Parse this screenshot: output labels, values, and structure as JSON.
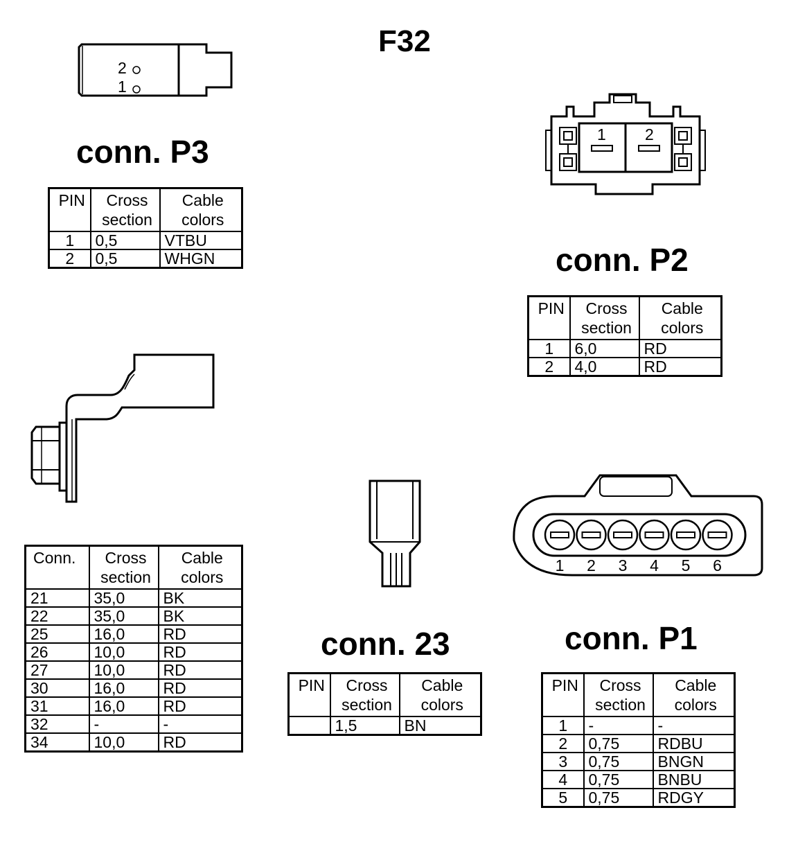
{
  "title": "F32",
  "headers": {
    "pin": "PIN",
    "conn": "Conn.",
    "cross": "Cross\nsection",
    "colors": "Cable\ncolors"
  },
  "connectors": {
    "p3": {
      "label": "conn. P3",
      "pin_labels": [
        "2",
        "1"
      ],
      "rows": [
        {
          "pin": "1",
          "cross": "0,5",
          "color": "VTBU"
        },
        {
          "pin": "2",
          "cross": "0,5",
          "color": "WHGN"
        }
      ]
    },
    "p2": {
      "label": "conn. P2",
      "pin_labels": [
        "1",
        "2"
      ],
      "rows": [
        {
          "pin": "1",
          "cross": "6,0",
          "color": "RD"
        },
        {
          "pin": "2",
          "cross": "4,0",
          "color": "RD"
        }
      ]
    },
    "main": {
      "rows": [
        {
          "conn": "21",
          "cross": "35,0",
          "color": "BK"
        },
        {
          "conn": "22",
          "cross": "35,0",
          "color": "BK"
        },
        {
          "conn": "25",
          "cross": "16,0",
          "color": "RD"
        },
        {
          "conn": "26",
          "cross": "10,0",
          "color": "RD"
        },
        {
          "conn": "27",
          "cross": "10,0",
          "color": "RD"
        },
        {
          "conn": "30",
          "cross": "16,0",
          "color": "RD"
        },
        {
          "conn": "31",
          "cross": "16,0",
          "color": "RD"
        },
        {
          "conn": "32",
          "cross": "-",
          "color": "-"
        },
        {
          "conn": "34",
          "cross": "10,0",
          "color": "RD"
        }
      ]
    },
    "c23": {
      "label": "conn. 23",
      "rows": [
        {
          "pin": "",
          "cross": "1,5",
          "color": "BN"
        }
      ]
    },
    "p1": {
      "label": "conn. P1",
      "pin_labels": [
        "1",
        "2",
        "3",
        "4",
        "5",
        "6"
      ],
      "rows": [
        {
          "pin": "1",
          "cross": "-",
          "color": "-"
        },
        {
          "pin": "2",
          "cross": "0,75",
          "color": "RDBU"
        },
        {
          "pin": "3",
          "cross": "0,75",
          "color": "BNGN"
        },
        {
          "pin": "4",
          "cross": "0,75",
          "color": "BNBU"
        },
        {
          "pin": "5",
          "cross": "0,75",
          "color": "RDGY"
        }
      ]
    }
  }
}
